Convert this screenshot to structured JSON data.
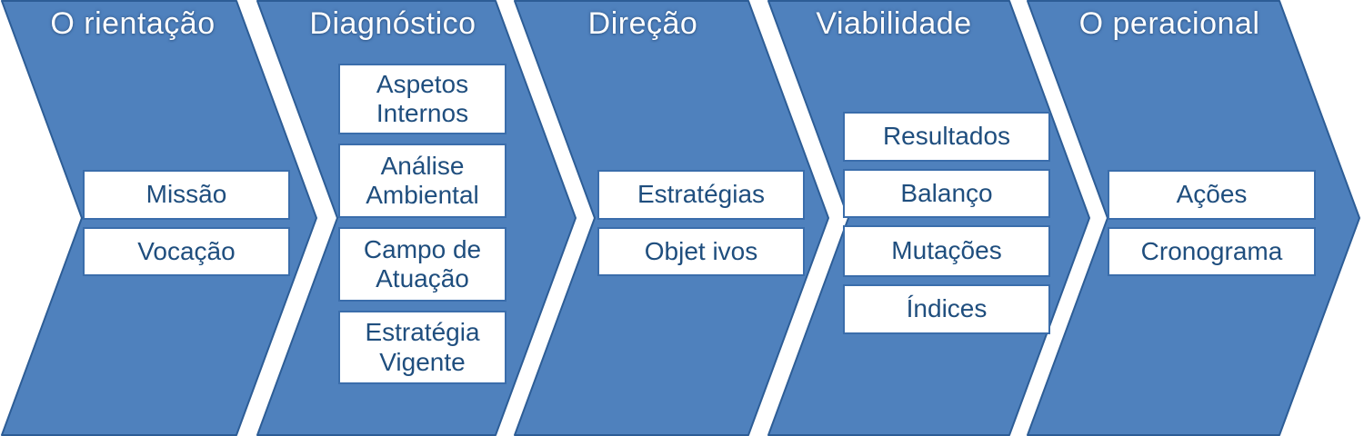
{
  "diagram_title": "",
  "colors": {
    "background": "#ffffff",
    "chevron_fill": "#4f81bd",
    "chevron_stroke": "#2d5d96",
    "title_text": "#ffffff",
    "box_bg": "#ffffff",
    "box_border": "#3a6dab",
    "box_text": "#1f4e7e"
  },
  "stages": [
    {
      "title": "O rientação",
      "items": [
        "Missão",
        "Vocação"
      ]
    },
    {
      "title": "Diagnóstico",
      "items": [
        "Aspetos Internos",
        "Análise Ambiental",
        "Campo de Atuação",
        "Estratégia Vigente"
      ]
    },
    {
      "title": "Direção",
      "items": [
        "Estratégias",
        "Objet ivos"
      ]
    },
    {
      "title": "Viabilidade",
      "items": [
        "Resultados",
        "Balanço",
        "Mutações",
        "Índices"
      ]
    },
    {
      "title": "O peracional",
      "items": [
        "Ações",
        "Cronograma"
      ]
    }
  ]
}
